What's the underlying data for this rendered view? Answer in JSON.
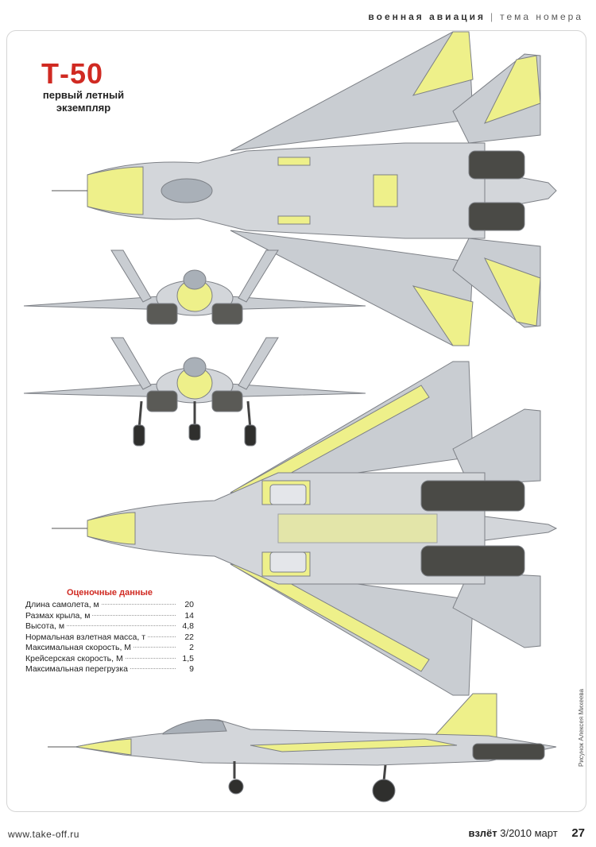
{
  "header": {
    "section": "военная авиация",
    "topic": "тема номера"
  },
  "title": "Т-50",
  "subtitle": "первый летный экземпляр",
  "specs": {
    "heading": "Оценочные данные",
    "rows": [
      {
        "label": "Длина самолета, м",
        "value": "20"
      },
      {
        "label": "Размах крыла, м",
        "value": "14"
      },
      {
        "label": "Высота, м",
        "value": "4,8"
      },
      {
        "label": "Нормальная взлетная масса, т",
        "value": "22"
      },
      {
        "label": "Максимальная скорость, М",
        "value": "2"
      },
      {
        "label": "Крейсерская скорость, М",
        "value": "1,5"
      },
      {
        "label": "Максимальная перегрузка",
        "value": "9"
      }
    ]
  },
  "credit": "Рисунок Алексея Михеева",
  "footer": {
    "url": "www.take-off.ru",
    "magazine": "взлёт",
    "issue": "3/2010 март",
    "page": "27"
  },
  "colors": {
    "title_red": "#d02a22",
    "airframe_grey": "#c9cdd2",
    "primer_yellow": "#eef08a",
    "nozzle_dark": "#4a4a46"
  },
  "views": [
    "top-view",
    "front-view-clean",
    "front-view-gear-down",
    "bottom-view",
    "side-view"
  ]
}
